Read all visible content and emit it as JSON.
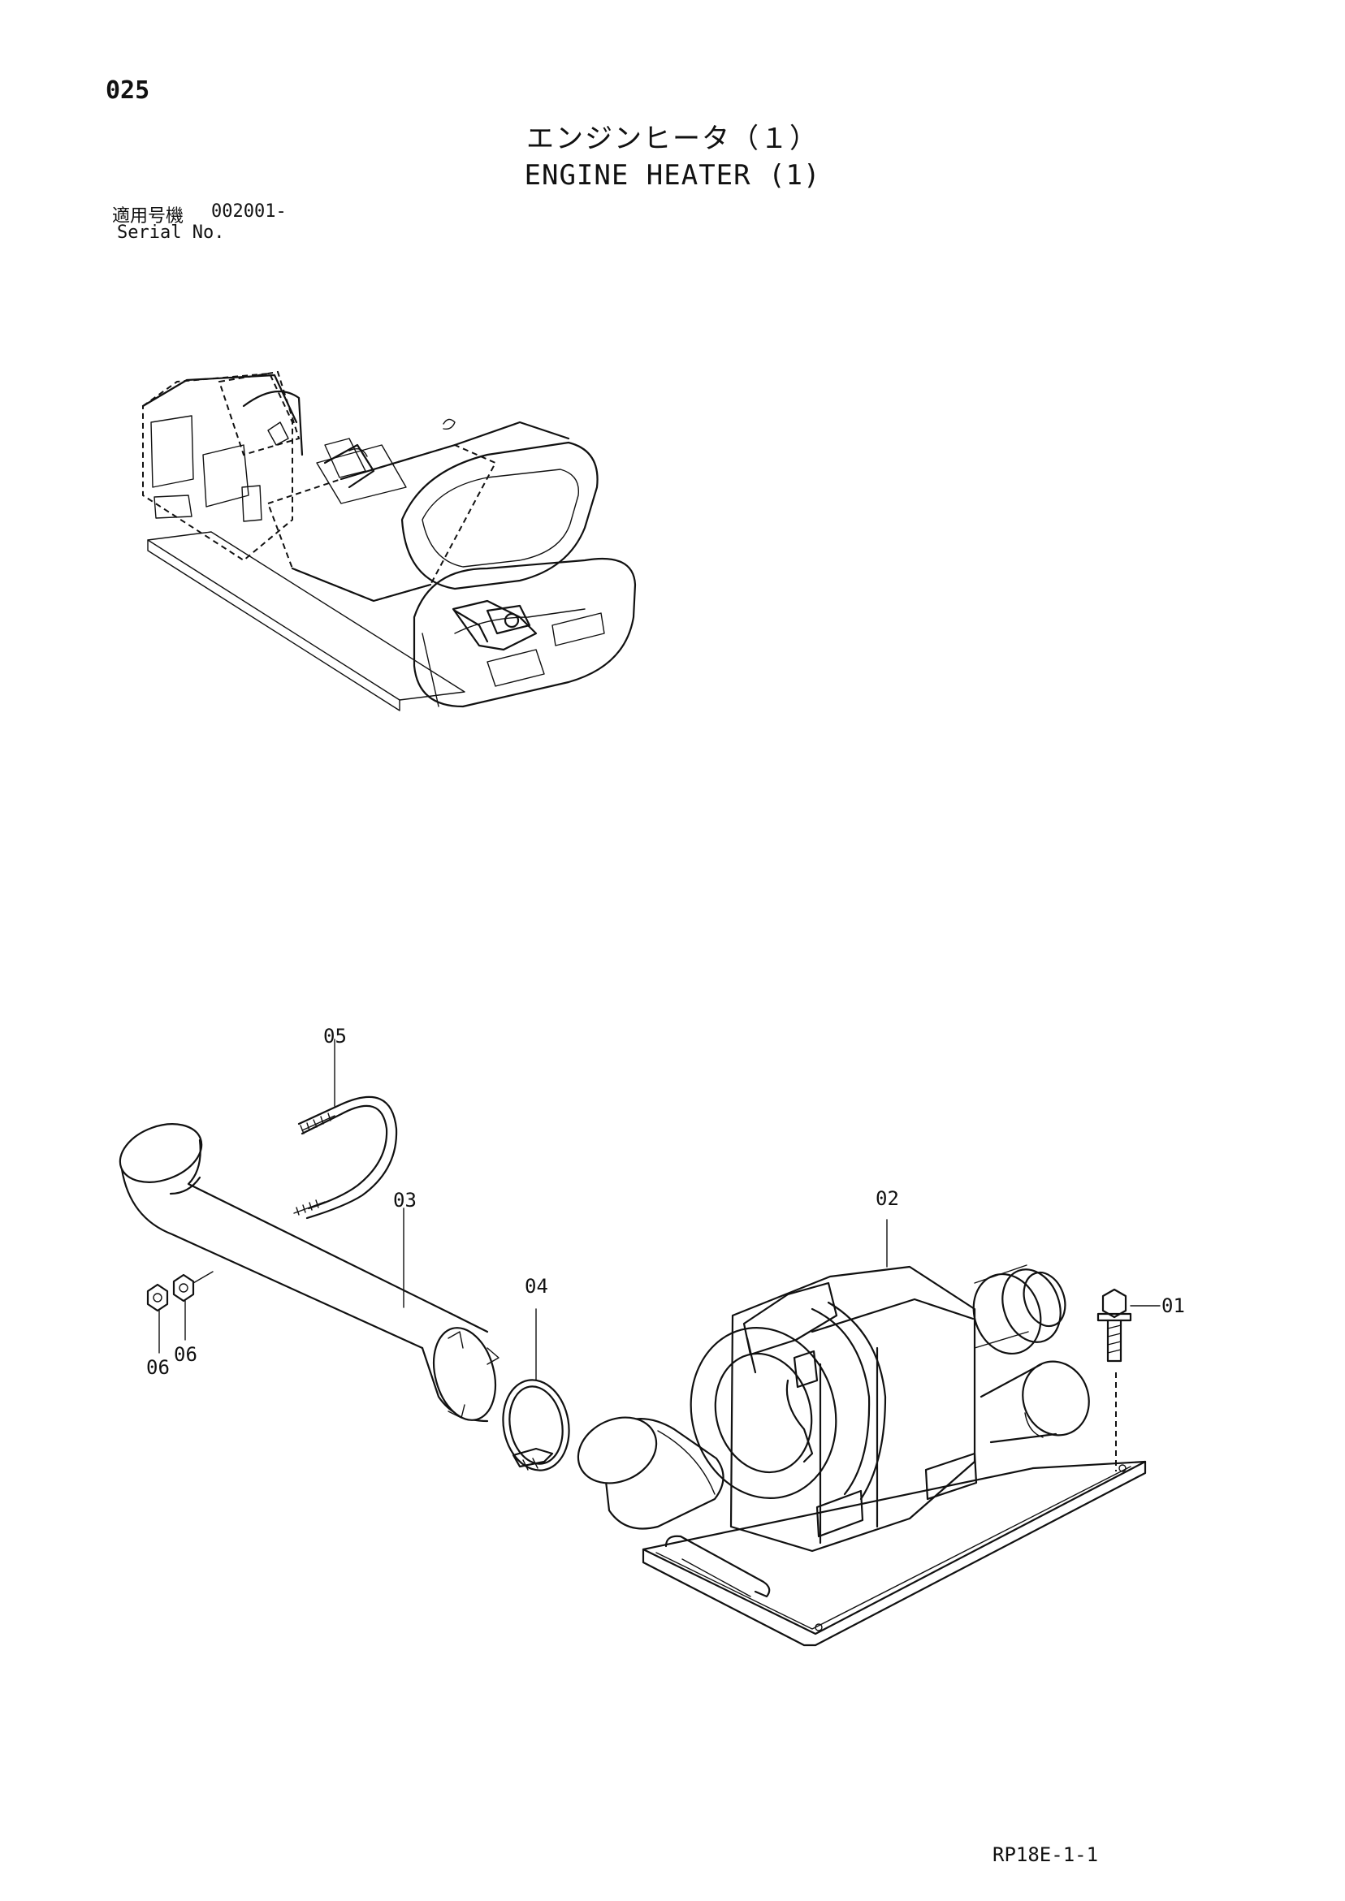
{
  "page_number": "025",
  "title_jp": "エンジンヒータ（１）",
  "title_en": "ENGINE HEATER (1)",
  "serial_label_jp": "適用号機",
  "serial_value": "002001-",
  "serial_label_en": "Serial No.",
  "callouts": {
    "c01": "01",
    "c02": "02",
    "c03": "03",
    "c04": "04",
    "c05": "05",
    "c06a": "06",
    "c06b": "06"
  },
  "footer_code": "RP18E-1-1"
}
